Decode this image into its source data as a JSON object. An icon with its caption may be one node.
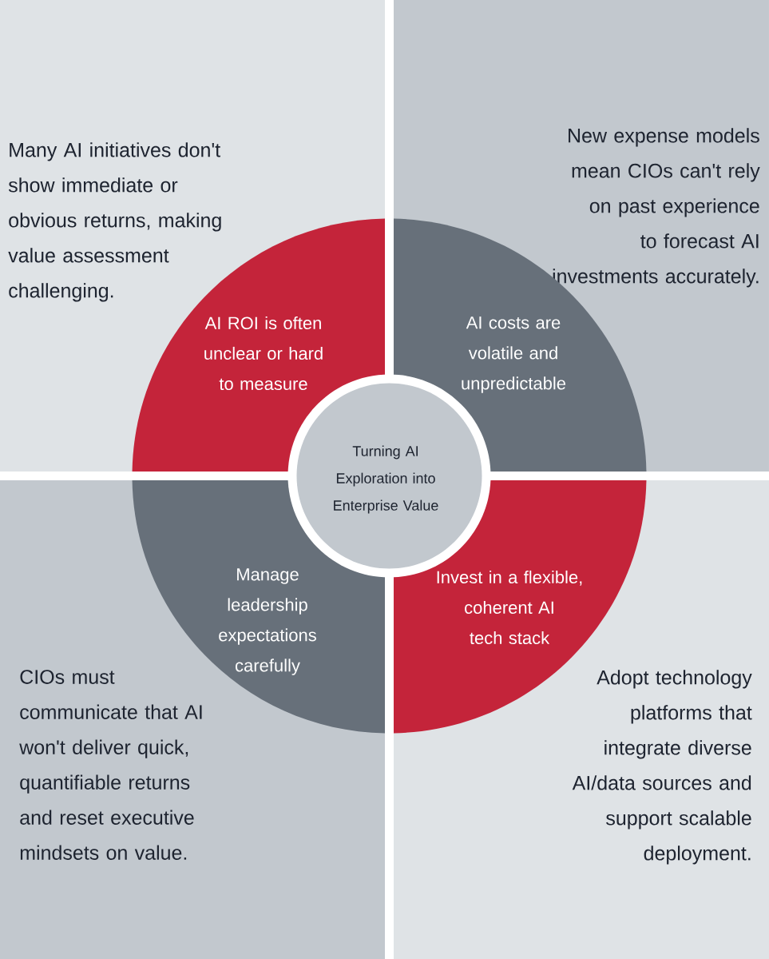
{
  "diagram": {
    "nodes": [
      {
        "text": [
          "Many AI initiatives don't show immediate or obvious returns, making value assessment challenging."
        ]
      },
      {
        "text": [
          "New expense models mean CIOs can't rely on past experience to forecast AI investments accurately."
        ]
      },
      {
        "text": [
          "CIOs must communicate that AI won't deliver quick, quantifiable returns and reset executive mindsets on value."
        ]
      },
      {
        "text": [
          "Adopt technology platforms that integrate diverse AI/data sources and support scalable deployment."
        ]
      },
      {
        "text": [
          "AI ROI is often unclear or hard to measure"
        ],
        "in": 0
      },
      {
        "text": [
          "AI costs are volatile and unpredictable"
        ],
        "in": 1
      },
      {
        "text": [
          "Turning AI Exploration into Enterprise Value"
        ]
      },
      {
        "text": [
          "Manage leadership expectations carefully"
        ],
        "in": 2
      },
      {
        "text": [
          "Invest in a flexible, coherent AI tech stack"
        ],
        "in": 3
      }
    ]
  }
}
